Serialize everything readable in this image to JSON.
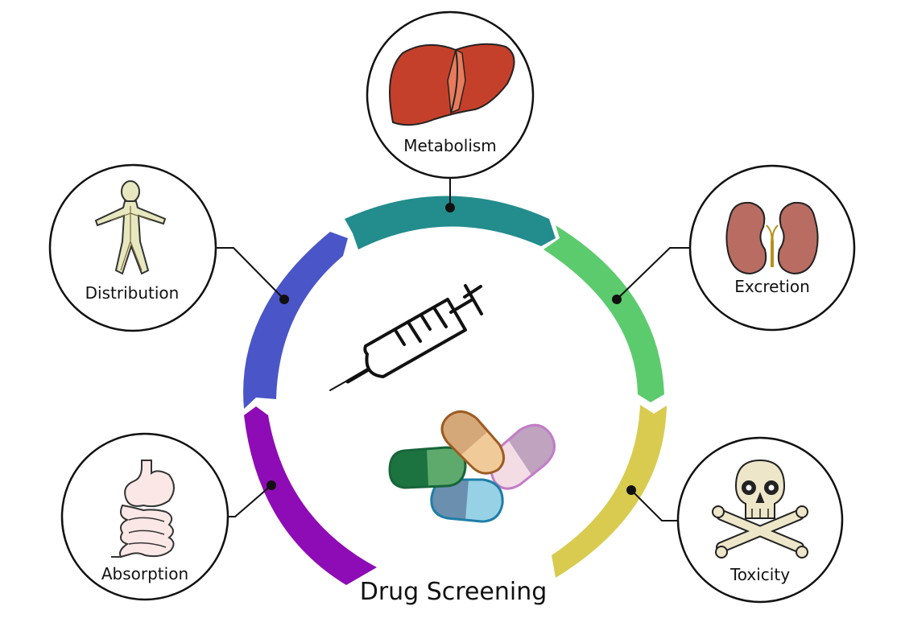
{
  "title": "Drug Screening",
  "stages": [
    {
      "id": "absorption",
      "label": "Absorption",
      "color": "#8E0CB5",
      "icon": "stomach-intestine-icon"
    },
    {
      "id": "distribution",
      "label": "Distribution",
      "color": "#4A55C8",
      "icon": "human-body-icon"
    },
    {
      "id": "metabolism",
      "label": "Metabolism",
      "color": "#238C8C",
      "icon": "liver-icon"
    },
    {
      "id": "excretion",
      "label": "Excretion",
      "color": "#5CCB6E",
      "icon": "kidneys-icon"
    },
    {
      "id": "toxicity",
      "label": "Toxicity",
      "color": "#D8CB50",
      "icon": "skull-crossbones-icon"
    }
  ],
  "center_icons": [
    "syringe-icon",
    "pills-icon"
  ]
}
